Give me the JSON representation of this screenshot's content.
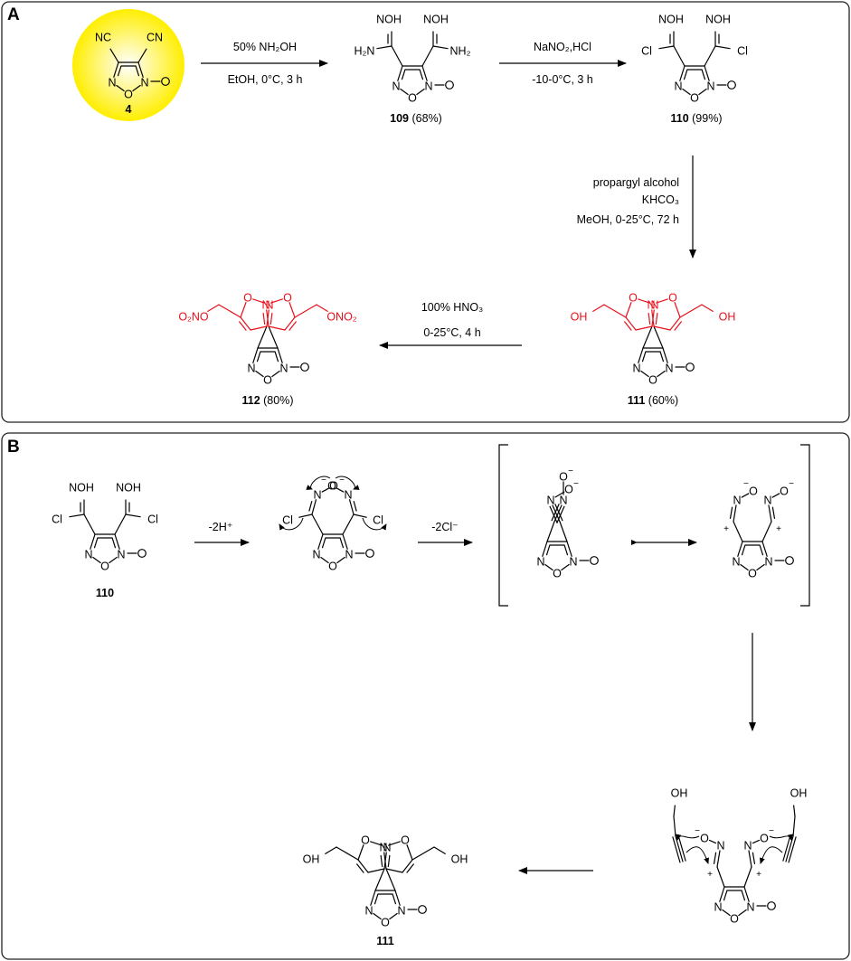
{
  "panels": {
    "a": {
      "label": "A"
    },
    "b": {
      "label": "B"
    }
  },
  "compounds": {
    "c4": {
      "number": "4",
      "yield": ""
    },
    "c109": {
      "number": "109",
      "yield": " (68%)"
    },
    "c110": {
      "number": "110",
      "yield": " (99%)"
    },
    "c111": {
      "number": "111",
      "yield": " (60%)"
    },
    "c112": {
      "number": "112",
      "yield": " (80%)"
    },
    "b110": {
      "number": "110"
    },
    "b111": {
      "number": "111"
    }
  },
  "conditions": {
    "step1": {
      "line1": "50% NH₂OH",
      "line2": "EtOH, 0°C, 3 h"
    },
    "step2": {
      "line1": "NaNO₂,HCl",
      "line2": "-10-0°C, 3 h"
    },
    "step3": {
      "line1": "propargyl alcohol",
      "line2": "KHCO₃",
      "line3": "MeOH, 0-25°C, 72 h"
    },
    "step4": {
      "line1": "100% HNO₃",
      "line2": "0-25°C, 4 h"
    },
    "mech1": {
      "line1": "-2H⁺"
    },
    "mech2": {
      "line1": "-2Cl⁻"
    }
  },
  "atoms": {
    "N": "N",
    "O": "O",
    "Cl": "Cl",
    "OH": "OH",
    "CN": "CN",
    "NC": "NC",
    "NOH": "NOH",
    "NH2": "NH₂",
    "H2N": "H₂N",
    "ONO2": "ONO₂",
    "O2NO": "O₂NO",
    "minus": "−",
    "plus": "+"
  },
  "colors": {
    "frame": "#222222",
    "ink": "#000000",
    "highlight": "#e8101a",
    "ball": "#ffff00",
    "ballGlow": "#fff7a0"
  }
}
